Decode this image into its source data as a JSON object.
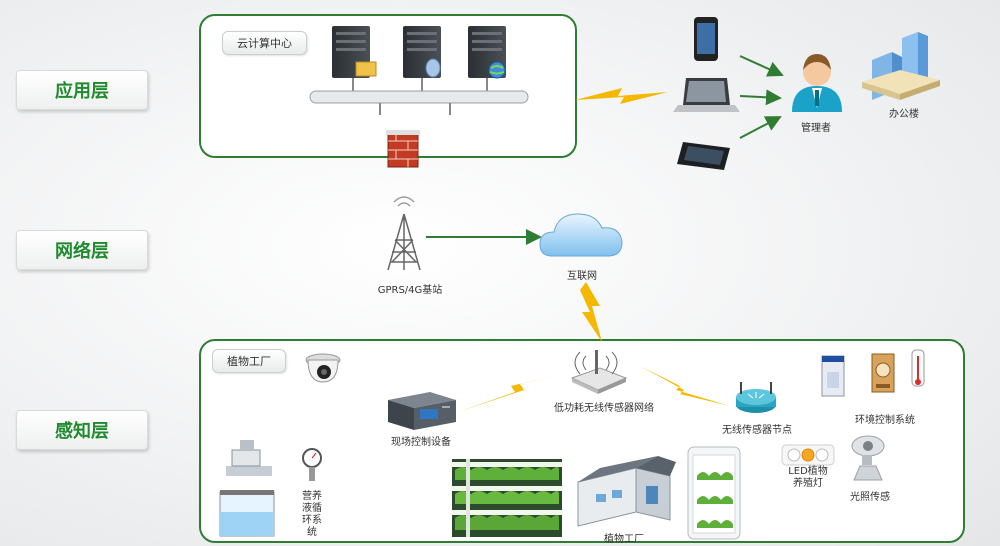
{
  "layers": {
    "application": "应用层",
    "network": "网络层",
    "perception": "感知层"
  },
  "application_panel": {
    "cloud_tag": "云计算中心",
    "manager": "管理者",
    "office": "办公楼"
  },
  "network_panel": {
    "base_station": "GPRS/4G基站",
    "internet": "互联网"
  },
  "perception_panel": {
    "plant_tag": "植物工厂",
    "wireless_network": "低功耗无线传感器网络",
    "field_control": "现场控制设备",
    "wireless_node": "无线传感器节点",
    "env_control": "环境控制系统",
    "led_light": "LED植物\n养殖灯",
    "light_sensor": "光照传感",
    "nutrient": "营养液循环系统",
    "plant_factory": "植物工厂"
  },
  "colors": {
    "accent_green": "#2e7d32",
    "layer_text": "#1f8a2e",
    "lightning": "#f5b800"
  }
}
